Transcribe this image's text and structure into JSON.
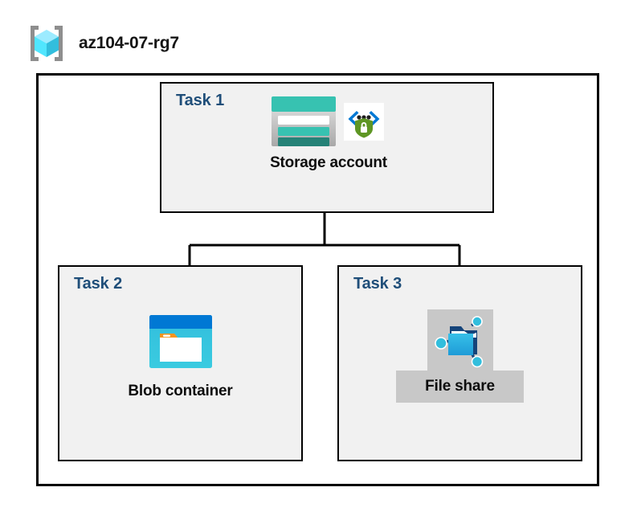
{
  "resource_group": {
    "icon": "resource-group-cube-icon",
    "name": "az104-07-rg7"
  },
  "diagram": {
    "type": "azure-architecture-diagram",
    "colors": {
      "task_label": "#1F4E79",
      "panel_fill": "#F1F1F1",
      "border": "#000000",
      "highlight": "#C8C8C8",
      "storage_teal": "#37C2B1",
      "storage_teal_dark": "#258277",
      "blob_blue": "#0078D4",
      "blob_cyan": "#32BEDD",
      "blob_orange": "#F7941E",
      "shield_green": "#5E9624",
      "cube_cyan": "#50E6FF"
    },
    "tasks": [
      {
        "label": "Task 1",
        "node_caption": "Storage account",
        "icons": [
          "storage-account-icon",
          "policy-shield-icon"
        ],
        "highlighted": false
      },
      {
        "label": "Task 2",
        "node_caption": "Blob container",
        "icons": [
          "blob-container-icon"
        ],
        "highlighted": false
      },
      {
        "label": "Task 3",
        "node_caption": "File share",
        "icons": [
          "file-share-icon"
        ],
        "highlighted": true
      }
    ]
  }
}
